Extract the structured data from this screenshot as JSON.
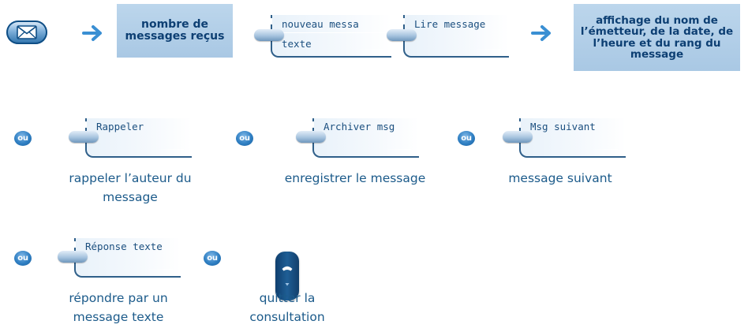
{
  "row1": {
    "box_received": "nombre de messages reçus",
    "display_new_msg": {
      "line1": "nouveau messa",
      "line2": "texte"
    },
    "display_read": {
      "line1": "Lire message"
    },
    "box_info": "affichage du nom de l’émetteur, de la date, de l’heure et du rang du message"
  },
  "row2": [
    {
      "or": "ou",
      "key": "Rappeler",
      "caption_line1": "rappeler l’auteur du",
      "caption_line2": "message"
    },
    {
      "or": "ou",
      "key": "Archiver msg",
      "caption_line1": "enregistrer le message"
    },
    {
      "or": "ou",
      "key": "Msg suivant",
      "caption_line1": "message suivant"
    }
  ],
  "row3": [
    {
      "or": "ou",
      "key": "Réponse texte",
      "caption_line1": "répondre par un",
      "caption_line2": "message texte"
    },
    {
      "or": "ou",
      "caption_line1": "quitter la",
      "caption_line2": "consultation"
    }
  ],
  "icons": {
    "message": "envelope-icon",
    "arrow": "right-arrow-icon",
    "hangup": "hang-up-handset-icon"
  },
  "colors": {
    "accent": "#2f7fc3",
    "box_fill": "#b4cfe8",
    "text": "#1b5a8a",
    "box_text": "#0d3f73"
  }
}
